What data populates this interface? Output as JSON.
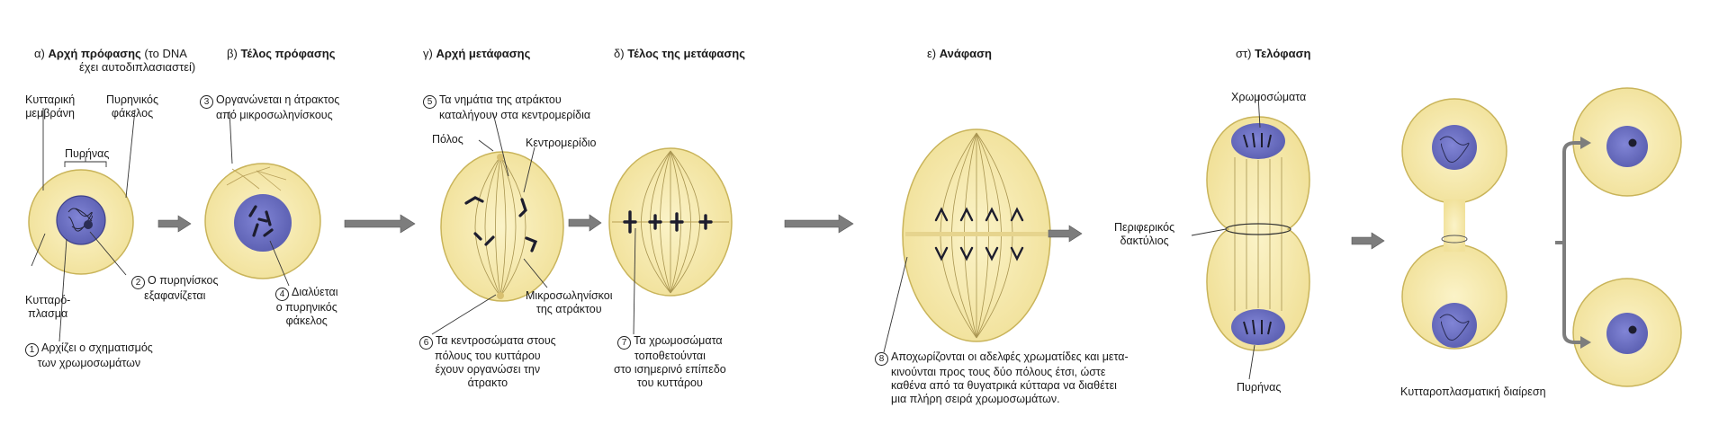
{
  "stages": {
    "a": {
      "prefix": "α)",
      "title": "Αρχή πρόφασης",
      "note": "(το DNA",
      "note2": "έχει αυτοδιπλασιαστεί)"
    },
    "b": {
      "prefix": "β)",
      "title": "Τέλος πρόφασης"
    },
    "c": {
      "prefix": "γ)",
      "title": "Αρχή μετάφασης"
    },
    "d": {
      "prefix": "δ)",
      "title": "Τέλος της μετάφασης"
    },
    "e": {
      "prefix": "ε)",
      "title": "Ανάφαση"
    },
    "f": {
      "prefix": "στ)",
      "title": "Τελόφαση"
    }
  },
  "labels": {
    "cell_membrane": [
      "Κυτταρική",
      "μεμβράνη"
    ],
    "nuclear_envelope": [
      "Πυρηνικός",
      "φάκελος"
    ],
    "nucleus": "Πυρήνας",
    "cytoplasm": [
      "Κυτταρό-",
      "πλασμα"
    ],
    "pole": "Πόλος",
    "centromere": "Κεντρομερίδιο",
    "microtubules": [
      "Μικροσωληνίσκοι",
      "της ατράκτου"
    ],
    "chromosomes": "Χρωμοσώματα",
    "peripheral_ring": [
      "Περιφερικός",
      "δακτύλιος"
    ],
    "nucleus_f": "Πυρήνας",
    "cytokinesis": "Κυτταροπλασματική διαίρεση"
  },
  "steps": {
    "s1": {
      "n": "1",
      "lines": [
        "Αρχίζει ο σχηματισμός",
        "των χρωμοσωμάτων"
      ]
    },
    "s2": {
      "n": "2",
      "lines": [
        "Ο πυρηνίσκος",
        "εξαφανίζεται"
      ]
    },
    "s3": {
      "n": "3",
      "lines": [
        "Οργανώνεται η άτρακτος",
        "από μικροσωληνίσκους"
      ]
    },
    "s4": {
      "n": "4",
      "lines": [
        "Διαλύεται",
        "ο πυρηνικός",
        "φάκελος"
      ]
    },
    "s5": {
      "n": "5",
      "lines": [
        "Τα νημάτια της ατράκτου",
        "καταλήγουν στα κεντρομερίδια"
      ]
    },
    "s6": {
      "n": "6",
      "lines": [
        "Τα κεντροσώματα στους",
        "πόλους του κυττάρου",
        "έχουν οργανώσει την",
        "άτρακτο"
      ]
    },
    "s7": {
      "n": "7",
      "lines": [
        "Τα χρωμοσώματα",
        "τοποθετούνται",
        "στο ισημερινό επίπεδο",
        "του κυττάρου"
      ]
    },
    "s8": {
      "n": "8",
      "lines": [
        "Αποχωρίζονται οι αδελφές χρωματίδες και μετα-",
        "κινούνται προς τους δύο πόλους έτσι, ώστε",
        "καθένα από τα θυγατρικά κύτταρα να διαθέτει",
        "μια πλήρη σειρά χρωμοσωμάτων."
      ]
    }
  },
  "colors": {
    "cytoplasm": "#f6ecb4",
    "cell_edge": "#c9b45a",
    "nucleus": "#6f73c4",
    "chromosome": "#1d1d2e",
    "arrow": "#7d7d7d",
    "line": "#333333"
  }
}
